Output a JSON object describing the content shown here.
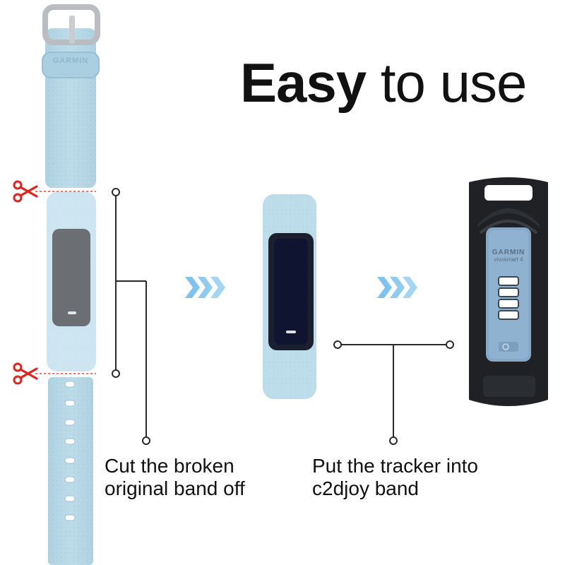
{
  "title": {
    "bold": "Easy",
    "rest": " to use"
  },
  "steps": [
    {
      "caption_line1": "Cut the broken",
      "caption_line2": "original band off"
    },
    {
      "caption_line1": "Put the tracker into",
      "caption_line2": "c2djoy band"
    }
  ],
  "band_brand": "GARMIN",
  "device": {
    "brand": "GARMIN",
    "model": "vivosmart 4"
  },
  "icons": [
    "scissors-icon",
    "chevrons-right-icon"
  ],
  "colors": {
    "band_blue": "#b5d7e6",
    "scissors_red": "#e0241b",
    "chevron_blue": "#7ec3ee",
    "tracker_screen": "#6b6e73",
    "black_band": "#1f2124",
    "device_body": "#86a9c9"
  }
}
